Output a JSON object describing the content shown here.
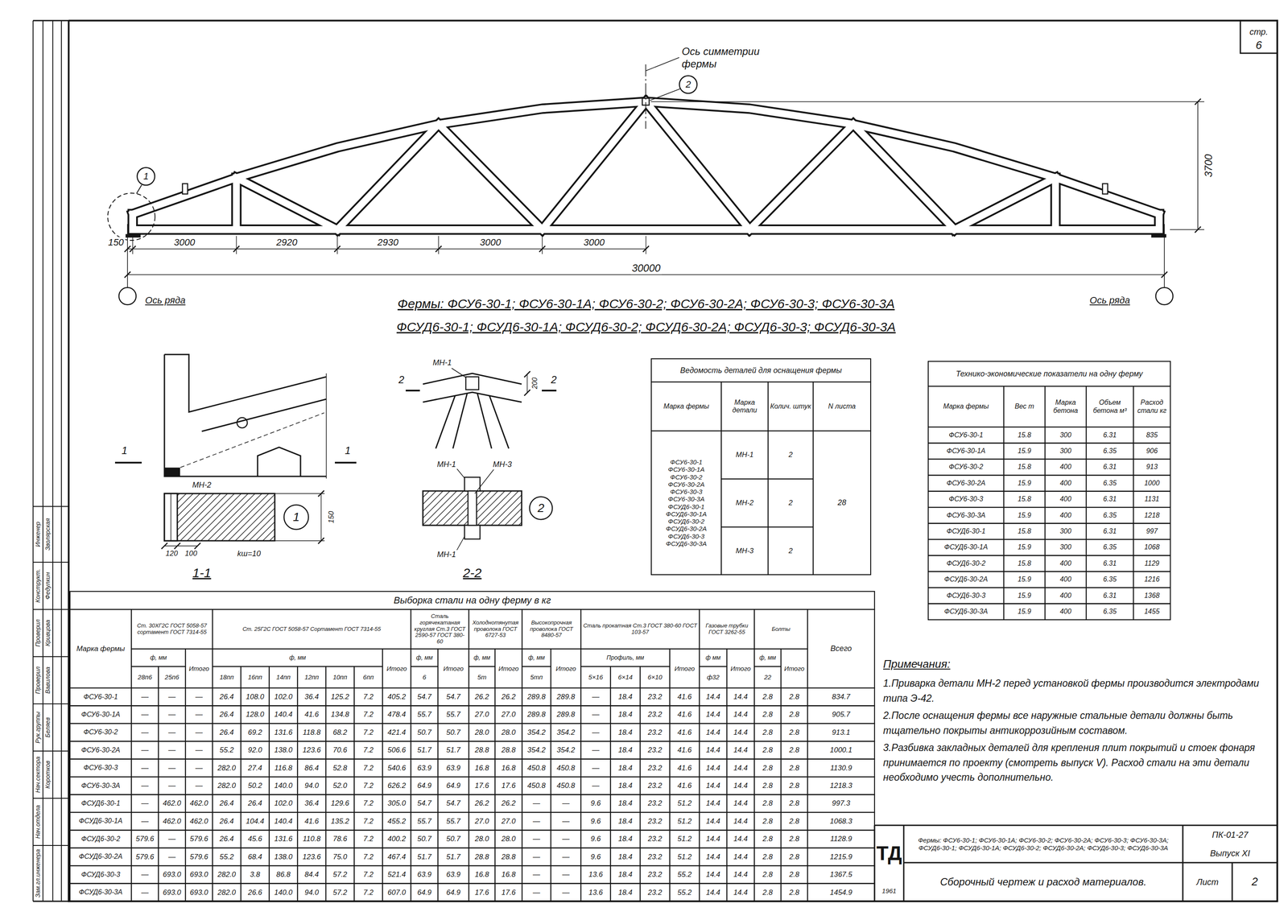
{
  "diagram": {
    "title": "Фермы: ФСУ6-30-1; ФСУ6-30-1А; ФСУ6-30-2; ФСУ6-30-2А; ФСУ6-30-3; ФСУ6-30-3А",
    "nodes": [
      {
        "text": [
          "1"
        ]
      },
      {
        "text": [
          "2"
        ]
      },
      {
        "text": [
          "1"
        ]
      },
      {
        "text": [
          "2"
        ]
      }
    ],
    "labels": [
      "стр.",
      "6",
      "Ось симметрии фермы",
      "3700",
      "150",
      "3000",
      "2920",
      "2930",
      "3000",
      "3000",
      "30000",
      "Ось ряда",
      "Ось ряда",
      "ФСУД6-30-1; ФСУД6-30-1А; ФСУД6-30-2; ФСУД6-30-2А; ФСУД6-30-3; ФСУД6-30-3А",
      "1",
      "1",
      "МН-2",
      "kш=10",
      "120",
      "100",
      "150",
      "1-1",
      "2",
      "2",
      "МН-1",
      "200",
      "МН-1",
      "МН-3",
      "МН-1",
      "2-2",
      "Ведомость деталей для оснащения фермы",
      "Марка фермы",
      "Марка детали",
      "Колич. штук",
      "N листа",
      "ФСУ6-30-1 ФСУ6-30-1А ФСУ6-30-2 ФСУ6-30-2А ФСУ6-30-3 ФСУ6-30-3А ФСУД6-30-1 ФСУД6-30-1А ФСУД6-30-2 ФСУД6-30-2А ФСУД6-30-3 ФСУД6-30-3А",
      "МН-1",
      "2",
      "МН-2",
      "2",
      "МН-3",
      "2",
      "28",
      "Технико-экономические показатели на одну ферму",
      "Марка фермы",
      "Вес т",
      "Марка бетона",
      "Объем бетона м³",
      "Расход стали кг",
      "ФСУ6-30-1",
      "15.8",
      "300",
      "6.31",
      "835",
      "ФСУ6-30-1А",
      "15.9",
      "300",
      "6.35",
      "906",
      "ФСУ6-30-2",
      "15.8",
      "400",
      "6.31",
      "913",
      "ФСУ6-30-2А",
      "15.9",
      "400",
      "6.35",
      "1000",
      "ФСУ6-30-3",
      "15.8",
      "400",
      "6.31",
      "1131",
      "ФСУ6-30-3А",
      "15.9",
      "400",
      "6.35",
      "1218",
      "ФСУД6-30-1",
      "15.8",
      "300",
      "6.31",
      "997",
      "ФСУД6-30-1А",
      "15.9",
      "300",
      "6.35",
      "1068",
      "ФСУД6-30-2",
      "15.8",
      "400",
      "6.31",
      "1129",
      "ФСУД6-30-2А",
      "15.9",
      "400",
      "6.35",
      "1216",
      "ФСУД6-30-3",
      "15.9",
      "400",
      "6.31",
      "1368",
      "ФСУД6-30-3А",
      "15.9",
      "400",
      "6.35",
      "1455",
      "Выборка стали на одну ферму в кг",
      "Марка фермы",
      "Ст. 30ХГ2С ГОСТ 5058-57 сортамент ГОСТ 7314-55",
      "Ст. 25Г2С ГОСТ 5058-57 Сортамент ГОСТ 7314-55",
      "Сталь горячекатаная круглая Ст.3 ГОСТ 2590-57 ГОСТ 380-60",
      "Холоднотянутая проволока ГОСТ 6727-53",
      "Высокопрочная проволока ГОСТ 8480-57",
      "Сталь прокатная Ст.3 ГОСТ 380-60 ГОСТ 103-57",
      "Газовые трубки ГОСТ 3262-55",
      "Болты",
      "Всего",
      "ф, мм",
      "ф, мм",
      "ф, мм",
      "ф, мм",
      "ф, мм",
      "Профиль, мм",
      "ф мм",
      "ф, мм",
      "28п6",
      "25п6",
      "Итого",
      "18пп",
      "16пп",
      "14пп",
      "12пп",
      "10пп",
      "6пп",
      "Итого",
      "6",
      "Итого",
      "5т",
      "Итого",
      "5тп",
      "Итого",
      "5×16",
      "6×14",
      "6×10",
      "Итого",
      "ф32",
      "Итого",
      "22",
      "Итого",
      "ФСУ6-30-1",
      "—",
      "—",
      "—",
      "26.4",
      "108.0",
      "102.0",
      "36.4",
      "125.2",
      "7.2",
      "405.2",
      "54.7",
      "54.7",
      "26.2",
      "26.2",
      "289.8",
      "289.8",
      "—",
      "18.4",
      "23.2",
      "41.6",
      "14.4",
      "14.4",
      "2.8",
      "2.8",
      "834.7",
      "ФСУ6-30-1А",
      "—",
      "—",
      "—",
      "26.4",
      "128.0",
      "140.4",
      "41.6",
      "134.8",
      "7.2",
      "478.4",
      "55.7",
      "55.7",
      "27.0",
      "27.0",
      "289.8",
      "289.8",
      "—",
      "18.4",
      "23.2",
      "41.6",
      "14.4",
      "14.4",
      "2.8",
      "2.8",
      "905.7",
      "ФСУ6-30-2",
      "—",
      "—",
      "—",
      "26.4",
      "69.2",
      "131.6",
      "118.8",
      "68.2",
      "7.2",
      "421.4",
      "50.7",
      "50.7",
      "28.0",
      "28.0",
      "354.2",
      "354.2",
      "—",
      "18.4",
      "23.2",
      "41.6",
      "14.4",
      "14.4",
      "2.8",
      "2.8",
      "913.1",
      "ФСУ6-30-2А",
      "—",
      "—",
      "—",
      "55.2",
      "92.0",
      "138.0",
      "123.6",
      "70.6",
      "7.2",
      "506.6",
      "51.7",
      "51.7",
      "28.8",
      "28.8",
      "354.2",
      "354.2",
      "—",
      "18.4",
      "23.2",
      "41.6",
      "14.4",
      "14.4",
      "2.8",
      "2.8",
      "1000.1",
      "ФСУ6-30-3",
      "—",
      "—",
      "—",
      "282.0",
      "27.4",
      "116.8",
      "86.4",
      "52.8",
      "7.2",
      "540.6",
      "63.9",
      "63.9",
      "16.8",
      "16.8",
      "450.8",
      "450.8",
      "—",
      "18.4",
      "23.2",
      "41.6",
      "14.4",
      "14.4",
      "2.8",
      "2.8",
      "1130.9",
      "ФСУ6-30-3А",
      "—",
      "—",
      "—",
      "282.0",
      "50.2",
      "140.0",
      "94.0",
      "52.0",
      "7.2",
      "626.2",
      "64.9",
      "64.9",
      "17.6",
      "17.6",
      "450.8",
      "450.8",
      "—",
      "18.4",
      "23.2",
      "41.6",
      "14.4",
      "14.4",
      "2.8",
      "2.8",
      "1218.3",
      "ФСУД6-30-1",
      "—",
      "462.0",
      "462.0",
      "26.4",
      "26.4",
      "102.0",
      "36.4",
      "129.6",
      "7.2",
      "305.0",
      "54.7",
      "54.7",
      "26.2",
      "26.2",
      "—",
      "—",
      "9.6",
      "18.4",
      "23.2",
      "51.2",
      "14.4",
      "14.4",
      "2.8",
      "2.8",
      "997.3",
      "ФСУД6-30-1А",
      "—",
      "462.0",
      "462.0",
      "26.4",
      "104.4",
      "140.4",
      "41.6",
      "135.2",
      "7.2",
      "455.2",
      "55.7",
      "55.7",
      "27.0",
      "27.0",
      "—",
      "—",
      "9.6",
      "18.4",
      "23.2",
      "51.2",
      "14.4",
      "14.4",
      "2.8",
      "2.8",
      "1068.3",
      "ФСУД6-30-2",
      "579.6",
      "—",
      "579.6",
      "26.4",
      "45.6",
      "131.6",
      "110.8",
      "78.6",
      "7.2",
      "400.2",
      "50.7",
      "50.7",
      "28.0",
      "28.0",
      "—",
      "—",
      "9.6",
      "18.4",
      "23.2",
      "51.2",
      "14.4",
      "14.4",
      "2.8",
      "2.8",
      "1128.9",
      "ФСУД6-30-2А",
      "579.6",
      "—",
      "579.6",
      "55.2",
      "68.4",
      "138.0",
      "123.6",
      "75.0",
      "7.2",
      "467.4",
      "51.7",
      "51.7",
      "28.8",
      "28.8",
      "—",
      "—",
      "9.6",
      "18.4",
      "23.2",
      "51.2",
      "14.4",
      "14.4",
      "2.8",
      "2.8",
      "1215.9",
      "ФСУД6-30-3",
      "—",
      "693.0",
      "693.0",
      "282.0",
      "3.8",
      "86.8",
      "84.4",
      "57.2",
      "7.2",
      "521.4",
      "63.9",
      "63.9",
      "16.8",
      "16.8",
      "—",
      "—",
      "13.6",
      "18.4",
      "23.2",
      "55.2",
      "14.4",
      "14.4",
      "2.8",
      "2.8",
      "1367.5",
      "ФСУД6-30-3А",
      "—",
      "693.0",
      "693.0",
      "282.0",
      "26.6",
      "140.0",
      "94.0",
      "57.2",
      "7.2",
      "607.0",
      "64.9",
      "64.9",
      "17.6",
      "17.6",
      "—",
      "—",
      "13.6",
      "18.4",
      "23.2",
      "55.2",
      "14.4",
      "14.4",
      "2.8",
      "2.8",
      "1454.9",
      "Примечания:",
      "1.Приварка детали МН-2 перед установкой фермы производится электродами типа Э-42.",
      "2.После оснащения фермы все наружные стальные детали должны быть тщательно покрыты антикоррозийным составом.",
      "3.Разбивка закладных деталей для крепления плит покрытий и стоек фонаря принимается по проекту (смотреть выпуск V). Расход стали на эти детали необходимо учесть дополнительно.",
      "ТД",
      "1961",
      "Фермы: ФСУ6-30-1; ФСУ6-30-1А; ФСУ6-30-2; ФСУ6-30-2А; ФСУ6-30-3; ФСУ6-30-3А; ФСУД6-30-1; ФСУД6-30-1А; ФСУД6-30-2; ФСУД6-30-2А; ФСУД6-30-3; ФСУД6-30-3А",
      "ПК-01-27",
      "Выпуск XI",
      "Сборочный чертеж и расход материалов.",
      "Лист",
      "2",
      "Инженер",
      "Зволярская",
      "Конструкт.",
      "Федулкин",
      "Проверил",
      "Кривцова",
      "Проверил",
      "Вавилова",
      "Рук.группы",
      "Беляев",
      "Нач.сектора",
      "Коротков",
      "Нач.отдела",
      "Зам.гл.инженера"
    ]
  }
}
